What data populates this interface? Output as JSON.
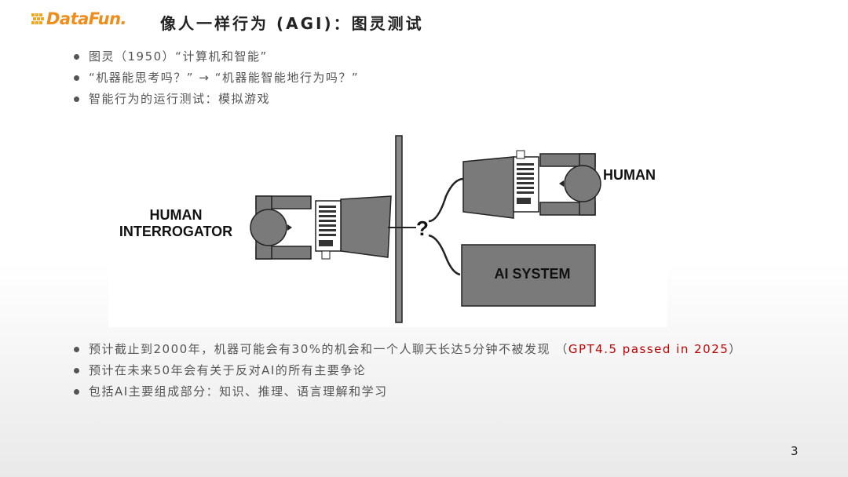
{
  "header": {
    "logo_text": "DataFun.",
    "title": "像人一样行为 (AGI)：图灵测试"
  },
  "top_bullets": [
    "图灵（1950）“计算机和智能”",
    "“机器能思考吗？” → “机器能智能地行为吗？”",
    "智能行为的运行测试：模拟游戏"
  ],
  "figure": {
    "interrogator_label_line1": "HUMAN",
    "interrogator_label_line2": "INTERROGATOR",
    "human_label": "HUMAN",
    "ai_label": "AI SYSTEM",
    "question_mark": "?"
  },
  "bottom_bullets": {
    "item1_text": "预计截止到2000年，机器可能会有30%的机会和一个人聊天长达5分钟不被发现 （",
    "item1_highlight": "GPT4.5 passed in 2025",
    "item1_close": "）",
    "item2": "预计在未来50年会有关于反对AI的所有主要争论",
    "item3": "包括AI主要组成部分：知识、推理、语言理解和学习"
  },
  "colors": {
    "logo": "#f08c1a",
    "highlight": "#c00000",
    "figure_gray": "#7a7a7a"
  },
  "page_number": "3"
}
